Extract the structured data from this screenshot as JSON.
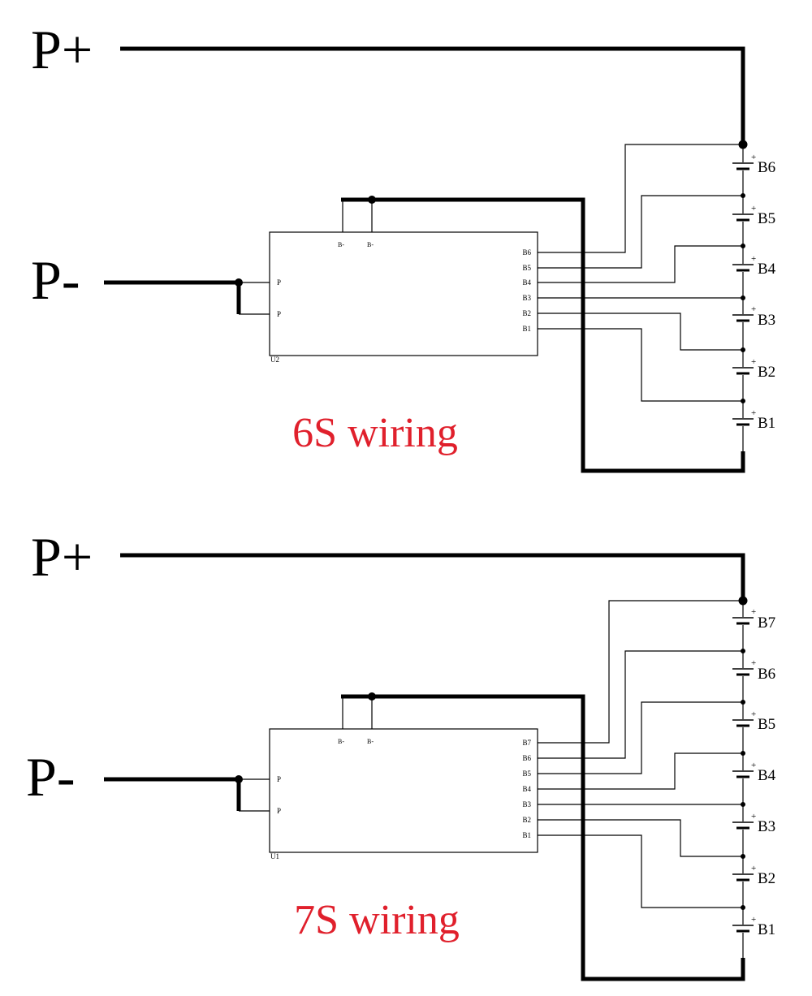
{
  "colors": {
    "wire": "#000000",
    "caption": "#e0202c",
    "background": "#ffffff"
  },
  "diagrams": [
    {
      "id": "6s",
      "terminal_plus": "P+",
      "terminal_minus": "P-",
      "module_id": "U2",
      "cell_pins": [
        "B6",
        "B5",
        "B4",
        "B3",
        "B2",
        "B1"
      ],
      "p_pins": [
        "P",
        "P"
      ],
      "top_pins": [
        "B-",
        "B-"
      ],
      "cells": [
        "B6",
        "B5",
        "B4",
        "B3",
        "B2",
        "B1"
      ],
      "caption": "6S wiring"
    },
    {
      "id": "7s",
      "terminal_plus": "P+",
      "terminal_minus": "P-",
      "module_id": "U1",
      "cell_pins": [
        "B7",
        "B6",
        "B5",
        "B4",
        "B3",
        "B2",
        "B1"
      ],
      "p_pins": [
        "P",
        "P"
      ],
      "top_pins": [
        "B-",
        "B-"
      ],
      "cells": [
        "B7",
        "B6",
        "B5",
        "B4",
        "B3",
        "B2",
        "B1"
      ],
      "caption": "7S wiring"
    }
  ]
}
